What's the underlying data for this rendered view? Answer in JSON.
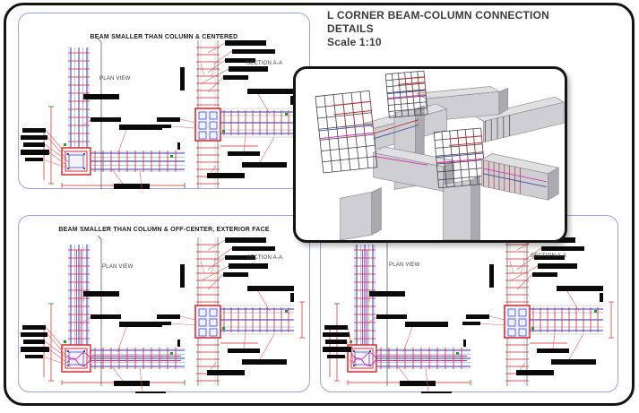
{
  "page": {
    "title_line1": "L CORNER BEAM-COLUMN CONNECTION",
    "title_line2": "DETAILS",
    "title_line3": "Scale 1:10"
  },
  "panels": [
    {
      "title": "BEAM SMALLER THAN COLUMN & CENTERED",
      "plan_label": "PLAN VIEW",
      "section_label": "SECTION A-A"
    },
    {
      "title": "BEAM SMALLER THAN COLUMN & OFF-CENTER, EXTERIOR FACE",
      "plan_label": "PLAN VIEW",
      "section_label": "SECTION A-A"
    },
    {
      "title": "",
      "plan_label": "PLAN VIEW",
      "section_label": "SECTION A-A"
    }
  ],
  "colors": {
    "callout_red": "#d42222",
    "rebar_blue": "#2b35c8",
    "rebar_blue_dark": "#1b2bb8",
    "rebar_light": "#9fb0e8",
    "rebar_magenta": "#cc2ab4",
    "dim_green": "#1fa01f",
    "panel_border": "#9aa2e6",
    "frame_black": "#141414",
    "bar_black": "#0a0a0a",
    "concrete_front": "#cfcfd3",
    "concrete_side": "#ababaf",
    "concrete_top": "#e0e0e2",
    "cage_dark": "#3c3c46",
    "cage_red": "#b03030",
    "cage_blue": "#3a4fa0",
    "title_text": "#3c3c3c"
  }
}
